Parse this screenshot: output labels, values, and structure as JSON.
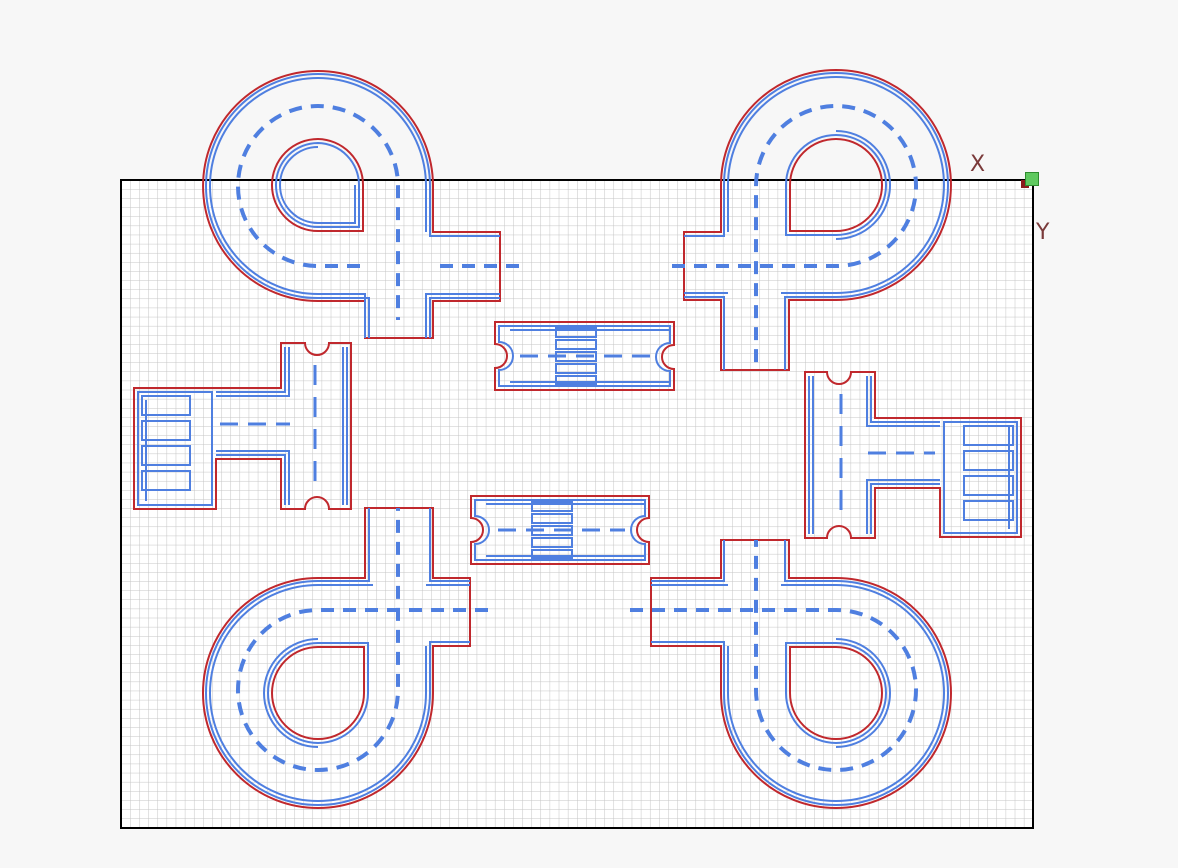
{
  "workspace": {
    "axis_x_label": "X",
    "axis_y_label": "Y"
  },
  "colors": {
    "cut_outline": "#c0282d",
    "engrave_line": "#4f7fe0",
    "grid_line": "#c4c4c4",
    "bed_border": "#000000",
    "background": "#f7f7f7",
    "origin_handle": "#5fc95f"
  },
  "pieces": [
    {
      "id": "loop-top-left",
      "type": "loop-turn"
    },
    {
      "id": "loop-top-right",
      "type": "loop-turn"
    },
    {
      "id": "loop-bottom-left",
      "type": "loop-turn"
    },
    {
      "id": "loop-bottom-right",
      "type": "loop-turn"
    },
    {
      "id": "crossing-top",
      "type": "straight-crosswalk"
    },
    {
      "id": "crossing-bottom",
      "type": "straight-crosswalk"
    },
    {
      "id": "t-parking-left",
      "type": "t-junction-parking"
    },
    {
      "id": "t-parking-right",
      "type": "t-junction-parking"
    }
  ]
}
